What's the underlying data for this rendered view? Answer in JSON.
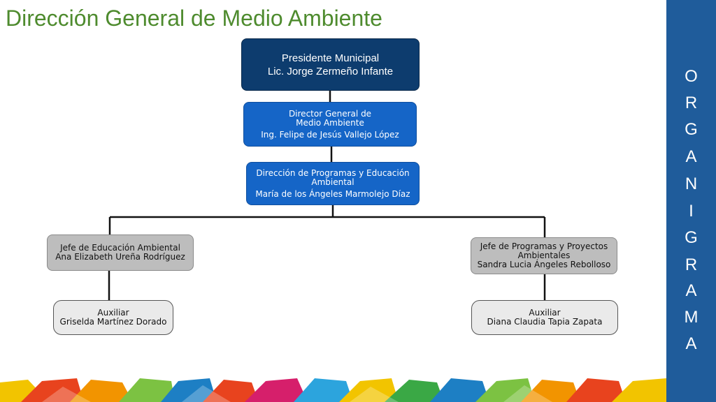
{
  "title": "Dirección General de Medio Ambiente",
  "sidebar": {
    "letters": [
      "O",
      "R",
      "G",
      "A",
      "N",
      "I",
      "G",
      "R",
      "A",
      "M",
      "A"
    ]
  },
  "boxes": {
    "presidente": {
      "line1": "Presidente Municipal",
      "line2": "Lic. Jorge Zermeño Infante"
    },
    "director": {
      "line1": "Director General de",
      "line2": "Medio Ambiente",
      "line3": "Ing. Felipe de Jesús Vallejo López"
    },
    "programas": {
      "line1": "Dirección de Programas y Educación",
      "line2": "Ambiental",
      "line3": "María de los Ángeles Marmolejo Díaz"
    },
    "jefe_educacion": {
      "line1": "Jefe de Educación Ambiental",
      "line2": "Ana Elizabeth Ureña Rodríguez"
    },
    "jefe_programas": {
      "line1": "Jefe de Programas y Proyectos",
      "line2": "Ambientales",
      "line3": "Sandra Lucia Ángeles Rebolloso"
    },
    "auxiliar_izq": {
      "line1": "Auxiliar",
      "line2": "Griselda Martínez Dorado"
    },
    "auxiliar_der": {
      "line1": "Auxiliar",
      "line2": "Diana Claudia Tapia Zapata"
    }
  },
  "colors": {
    "title": "#4e8b2e",
    "sidebar": "#1f5c9b",
    "navy": "#0d3c6e",
    "blue": "#1565c7",
    "gray": "#bdbdbd",
    "light": "#eaeaea"
  }
}
